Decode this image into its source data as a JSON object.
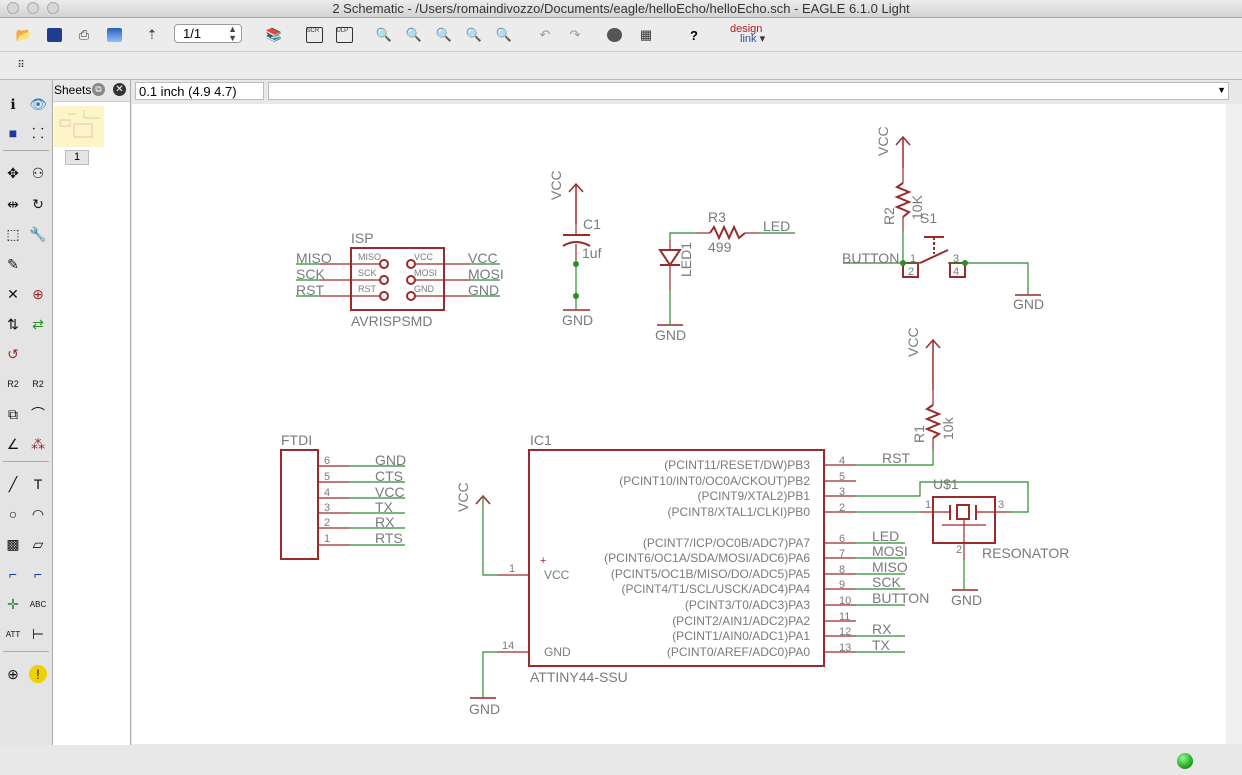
{
  "window": {
    "title": "2 Schematic - /Users/romaindivozzo/Documents/eagle/helloEcho/helloEcho.sch - EAGLE 6.1.0 Light"
  },
  "toolbar": {
    "sheet_select": "1/1",
    "design_link_line1": "design",
    "design_link_line2": "link"
  },
  "sheets_panel": {
    "title": "Sheets",
    "sheet_number": "1"
  },
  "coord_bar": {
    "grid_coord": "0.1 inch (4.9 4.7)",
    "command_value": ""
  },
  "schematic": {
    "vcc": "VCC",
    "gnd": "GND",
    "isp": {
      "name": "ISP",
      "value": "AVRISPSMD",
      "left_nets": [
        "MISO",
        "SCK",
        "RST"
      ],
      "right_nets": [
        "VCC",
        "MOSI",
        "GND"
      ],
      "left_pins": [
        "MISO",
        "SCK",
        "RST"
      ],
      "right_pins": [
        "VCC",
        "MOSI",
        "GND"
      ]
    },
    "c1": {
      "name": "C1",
      "value": "1uf"
    },
    "r3": {
      "name": "R3",
      "value": "499",
      "net": "LED"
    },
    "led1": {
      "name": "LED1"
    },
    "r2": {
      "name": "R2",
      "value": "10K"
    },
    "s1": {
      "name": "S1",
      "net": "BUTTON",
      "pins": [
        "1",
        "2",
        "3",
        "4"
      ]
    },
    "r1": {
      "name": "R1",
      "value": "10k"
    },
    "ftdi": {
      "name": "FTDI",
      "pin_numbers": [
        "6",
        "5",
        "4",
        "3",
        "2",
        "1"
      ],
      "nets": [
        "GND",
        "CTS",
        "VCC",
        "TX",
        "RX",
        "RTS"
      ]
    },
    "ic1": {
      "name": "IC1",
      "value": "ATTINY44-SSU",
      "vcc_pin_label": "VCC",
      "gnd_pin_label": "GND",
      "vcc_pin_number": "1",
      "gnd_pin_number": "14",
      "plus_mark": "+",
      "right_pins": [
        {
          "label": "(PCINT11/RESET/DW)PB3",
          "num": "4",
          "net": "RST"
        },
        {
          "label": "(PCINT10/INT0/OC0A/CKOUT)PB2",
          "num": "5",
          "net": ""
        },
        {
          "label": "(PCINT9/XTAL2)PB1",
          "num": "3",
          "net": ""
        },
        {
          "label": "(PCINT8/XTAL1/CLKI)PB0",
          "num": "2",
          "net": ""
        },
        {
          "label": "(PCINT7/ICP/OC0B/ADC7)PA7",
          "num": "6",
          "net": "LED"
        },
        {
          "label": "(PCINT6/OC1A/SDA/MOSI/ADC6)PA6",
          "num": "7",
          "net": "MOSI"
        },
        {
          "label": "(PCINT5/OC1B/MISO/DO/ADC5)PA5",
          "num": "8",
          "net": "MISO"
        },
        {
          "label": "(PCINT4/T1/SCL/USCK/ADC4)PA4",
          "num": "9",
          "net": "SCK"
        },
        {
          "label": "(PCINT3/T0/ADC3)PA3",
          "num": "10",
          "net": "BUTTON"
        },
        {
          "label": "(PCINT2/AIN1/ADC2)PA2",
          "num": "11",
          "net": ""
        },
        {
          "label": "(PCINT1/AIN0/ADC1)PA1",
          "num": "12",
          "net": "RX"
        },
        {
          "label": "(PCINT0/AREF/ADC0)PA0",
          "num": "13",
          "net": "TX"
        }
      ]
    },
    "u1": {
      "name": "U$1",
      "value": "RESONATOR",
      "pins": [
        "1",
        "2",
        "3"
      ]
    }
  },
  "colors": {
    "wire": "#2e8b2e",
    "symbol": "#9b2a2a",
    "text": "#7a7a7a",
    "junction": "#2e8b2e"
  }
}
